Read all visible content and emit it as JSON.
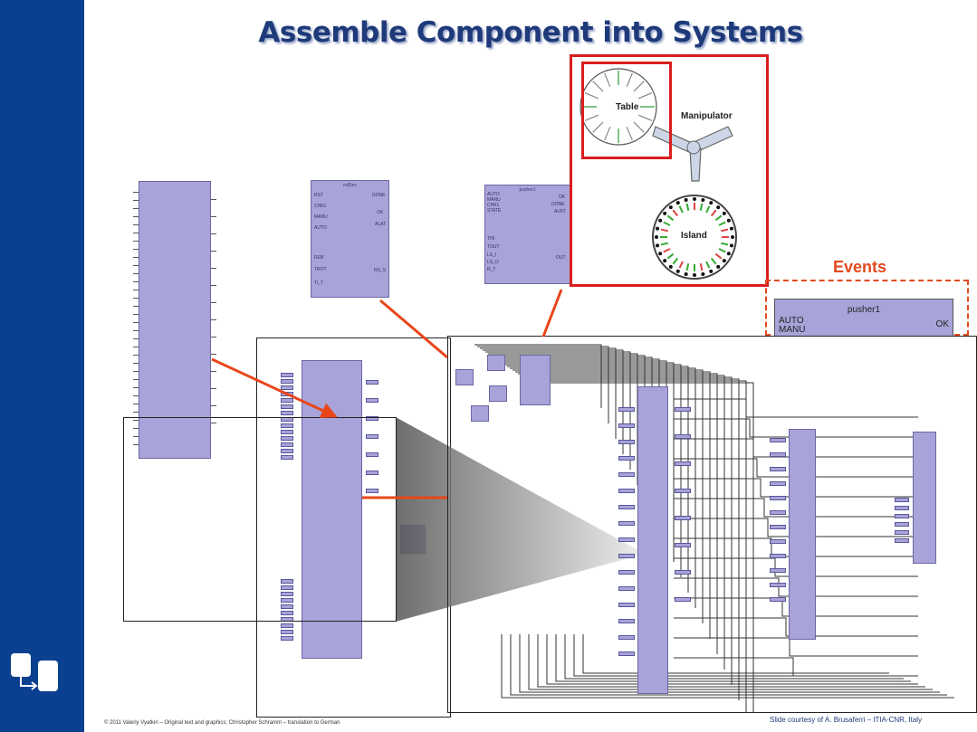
{
  "slide": {
    "title": "Assemble Component into Systems",
    "footer_left": "© 2011 Valeriy Vyatkin – Original text and graphics; Christopher Schramm – translation to German",
    "footer_right": "Slide courtesy of A. Brusaferri – ITIA-CNR, Italy"
  },
  "machine": {
    "table_label": "Table",
    "manipulator_label": "Manipulator",
    "island_label": "Island"
  },
  "events": {
    "label": "Events",
    "block_name": "pusher1",
    "pin_auto": "AUTO",
    "pin_manu": "MANU",
    "pin_ok": "OK"
  },
  "blocks": {
    "b2": {
      "name": "ndDev",
      "inputs": [
        "RST",
        "CHK1",
        "MANU",
        "AUTO",
        "REB",
        "TROT",
        "Ti_T"
      ],
      "outputs": [
        "DONE",
        "OK",
        "ALAT",
        "RS_S"
      ]
    },
    "b3": {
      "name": "pusher1",
      "inputs": [
        "AUTO",
        "MANU",
        "CHK1",
        "STATE",
        "TIN",
        "TOUT",
        "LS_I",
        "LS_O",
        "R_T"
      ],
      "outputs": [
        "OK",
        "DONE",
        "ALRT",
        "OUT"
      ]
    }
  },
  "colors": {
    "sidebar": "#0b3f8f",
    "block": "#a8a3d8",
    "highlight_red": "#d81e1e",
    "events_orange": "#e24a1f",
    "arrow": "#e8451a"
  }
}
